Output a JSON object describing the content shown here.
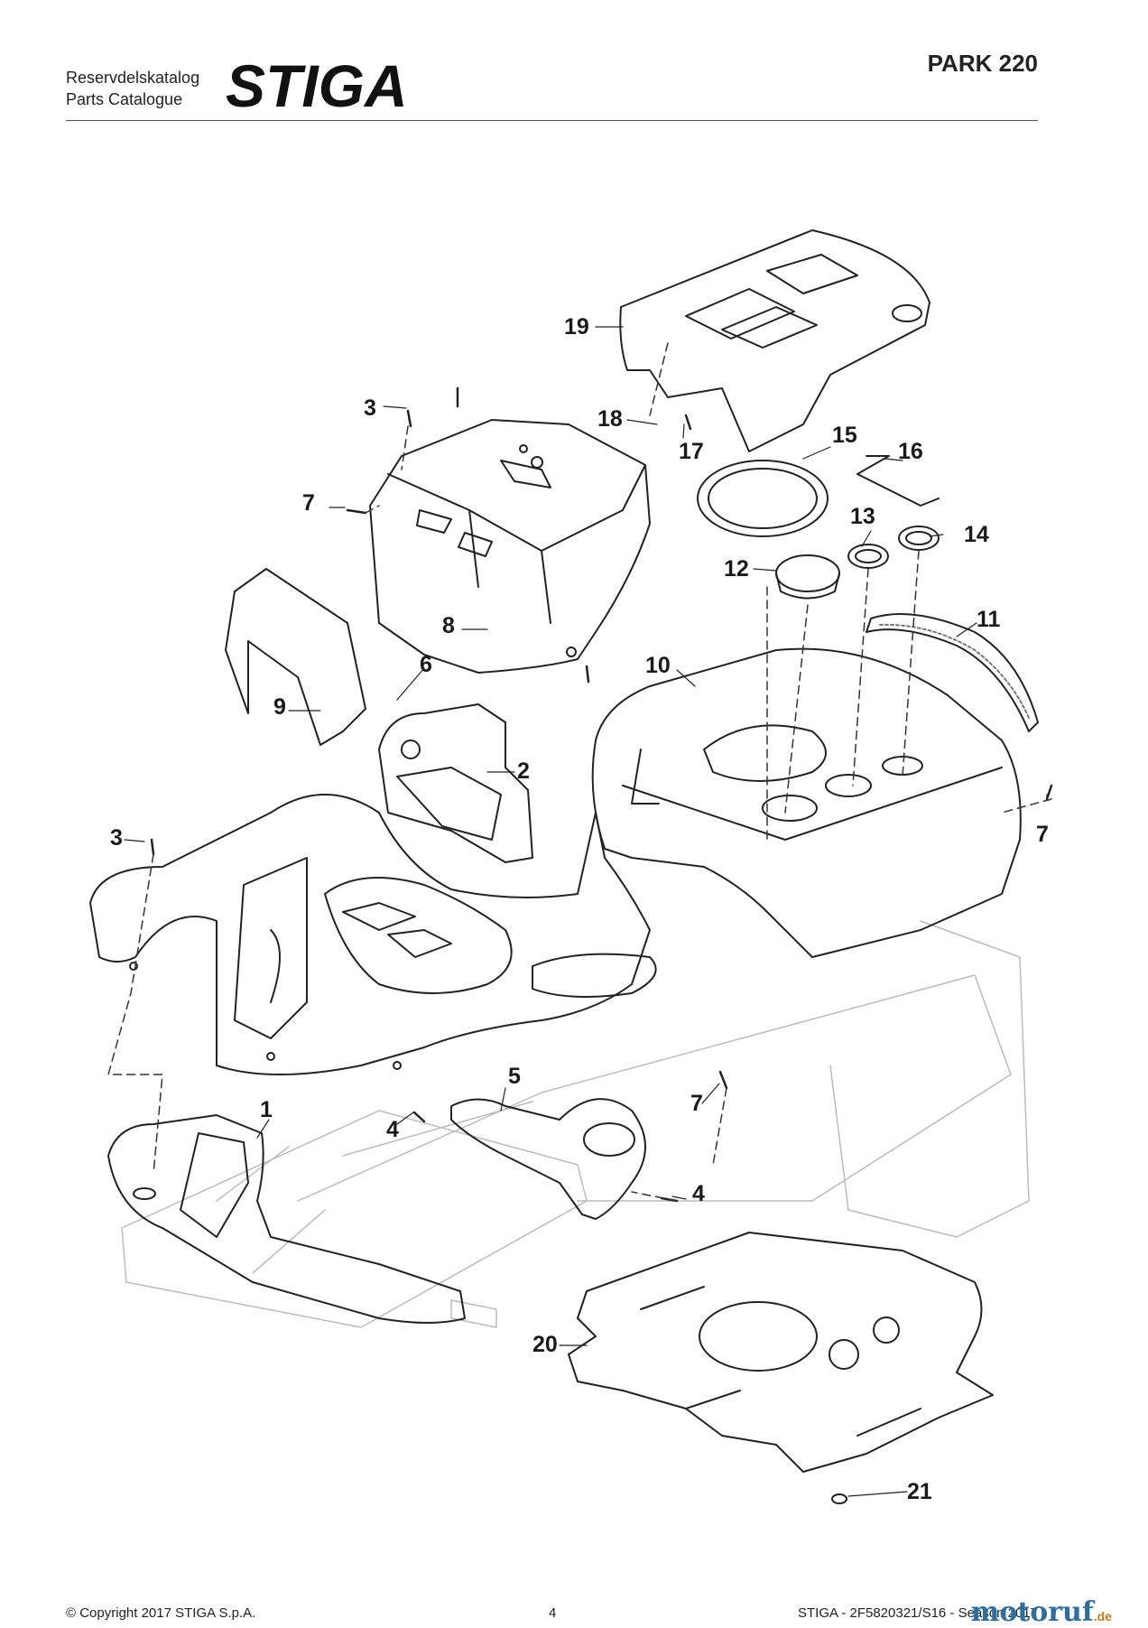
{
  "header": {
    "line1": "Reservdelskatalog",
    "line2": "Parts Catalogue",
    "brand": "STIGA",
    "model": "PARK 220"
  },
  "diagram": {
    "callouts": [
      "19",
      "3",
      "18",
      "17",
      "15",
      "16",
      "7",
      "13",
      "14",
      "12",
      "8",
      "11",
      "9",
      "6",
      "10",
      "2",
      "3",
      "7",
      "1",
      "5",
      "4",
      "7",
      "4",
      "20",
      "21"
    ]
  },
  "footer": {
    "copyright": "© Copyright 2017 STIGA S.p.A.",
    "page": "4",
    "doc": "STIGA - 2F5820321/S16 - Season 2017"
  },
  "watermark": {
    "main": "motoruf",
    "tld": ".de"
  }
}
